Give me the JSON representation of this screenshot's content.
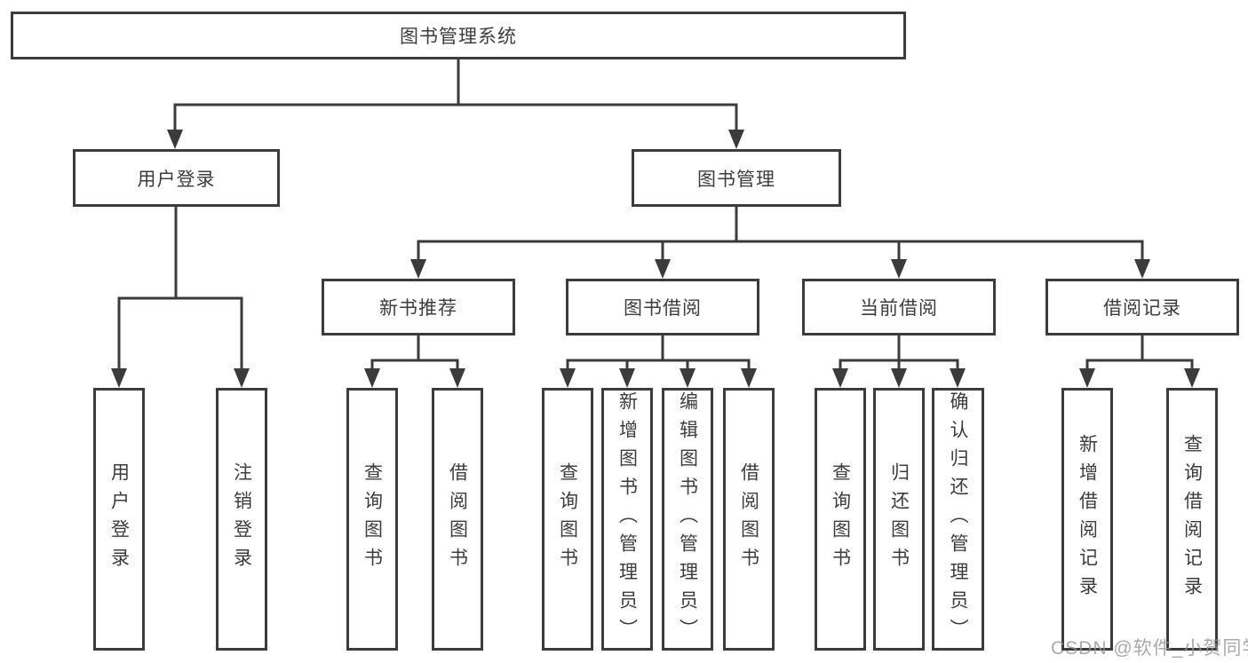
{
  "root": {
    "label": "图书管理系统"
  },
  "level1": [
    {
      "label": "用户登录"
    },
    {
      "label": "图书管理"
    }
  ],
  "level2": [
    {
      "label": "新书推荐"
    },
    {
      "label": "图书借阅"
    },
    {
      "label": "当前借阅"
    },
    {
      "label": "借阅记录"
    }
  ],
  "leaves": {
    "user_login": [
      {
        "label": "用户登录"
      },
      {
        "label": "注销登录"
      }
    ],
    "new_book": [
      {
        "label": "查询图书"
      },
      {
        "label": "借阅图书"
      }
    ],
    "book_borrow": [
      {
        "label": "查询图书"
      },
      {
        "label": "新增图书（管理员）"
      },
      {
        "label": "编辑图书（管理员）"
      },
      {
        "label": "借阅图书"
      }
    ],
    "current_borrow": [
      {
        "label": "查询图书"
      },
      {
        "label": "归还图书"
      },
      {
        "label": "确认归还（管理员）"
      }
    ],
    "borrow_record": [
      {
        "label": "新增借阅记录"
      },
      {
        "label": "查询借阅记录"
      }
    ]
  },
  "watermark": "CSDN @软件_小贺同学",
  "colors": {
    "line": "#3b3b3b",
    "text": "#3c3c3c",
    "watermark": "#a8a8a8"
  }
}
